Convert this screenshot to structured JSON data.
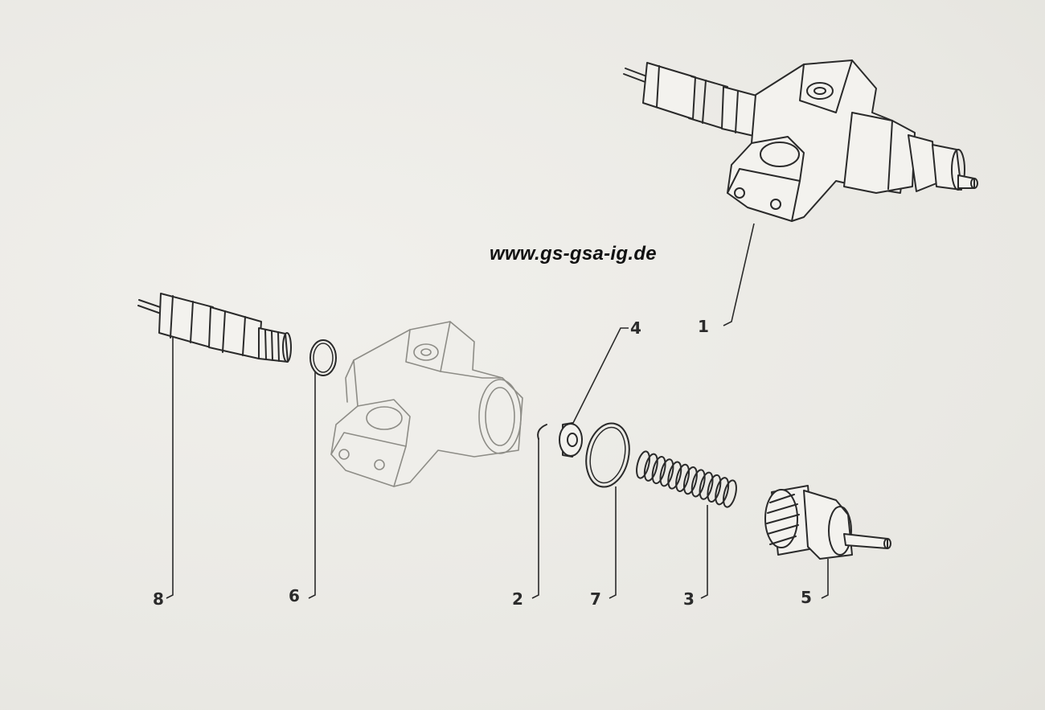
{
  "watermark": "www.gs-gsa-ig.de",
  "parts": [
    {
      "id": "part-1",
      "label": "1"
    },
    {
      "id": "part-2",
      "label": "2"
    },
    {
      "id": "part-3",
      "label": "3"
    },
    {
      "id": "part-4",
      "label": "4"
    },
    {
      "id": "part-5",
      "label": "5"
    },
    {
      "id": "part-6",
      "label": "6"
    },
    {
      "id": "part-7",
      "label": "7"
    },
    {
      "id": "part-8",
      "label": "8"
    }
  ]
}
